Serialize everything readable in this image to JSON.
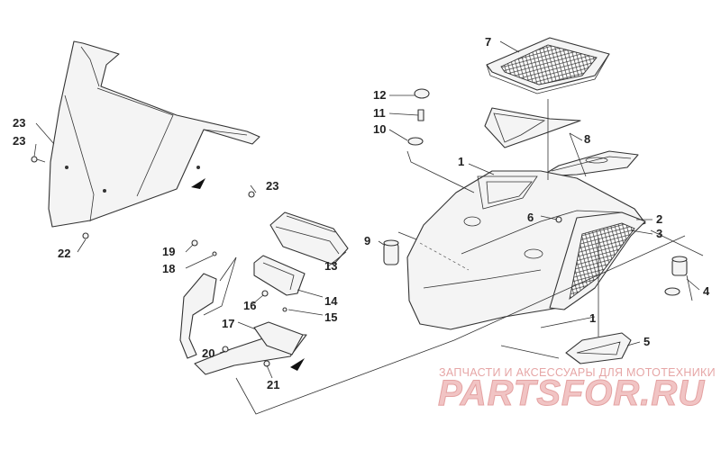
{
  "callouts": [
    {
      "id": "c1a",
      "text": "1"
    },
    {
      "id": "c1b",
      "text": "1"
    },
    {
      "id": "c2",
      "text": "2"
    },
    {
      "id": "c3",
      "text": "3"
    },
    {
      "id": "c4",
      "text": "4"
    },
    {
      "id": "c5",
      "text": "5"
    },
    {
      "id": "c6",
      "text": "6"
    },
    {
      "id": "c7",
      "text": "7"
    },
    {
      "id": "c8",
      "text": "8"
    },
    {
      "id": "c9",
      "text": "9"
    },
    {
      "id": "c10",
      "text": "10"
    },
    {
      "id": "c11",
      "text": "11"
    },
    {
      "id": "c12",
      "text": "12"
    },
    {
      "id": "c13",
      "text": "13"
    },
    {
      "id": "c14",
      "text": "14"
    },
    {
      "id": "c15",
      "text": "15"
    },
    {
      "id": "c16",
      "text": "16"
    },
    {
      "id": "c17",
      "text": "17"
    },
    {
      "id": "c18",
      "text": "18"
    },
    {
      "id": "c19",
      "text": "19"
    },
    {
      "id": "c20",
      "text": "20"
    },
    {
      "id": "c21",
      "text": "21"
    },
    {
      "id": "c22",
      "text": "22"
    },
    {
      "id": "c23a",
      "text": "23"
    },
    {
      "id": "c23b",
      "text": "23"
    },
    {
      "id": "c23c",
      "text": "23"
    }
  ],
  "watermark": {
    "tagline": "ЗАПЧАСТИ И АКСЕССУАРЫ ДЛЯ МОТОТЕХНИКИ",
    "brand": "PARTSFOR.RU"
  },
  "colors": {
    "line": "#333333",
    "watermark": "#e4a2a2",
    "background": "#ffffff"
  }
}
